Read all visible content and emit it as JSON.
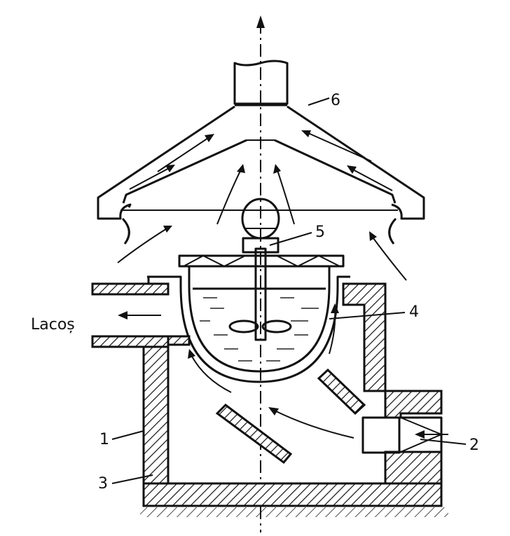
{
  "labels": {
    "outlet": "Lacoș",
    "l1": "1",
    "l2": "2",
    "l3": "3",
    "l4": "4",
    "l5": "5",
    "l6": "6"
  },
  "colors": {
    "ink": "#111111",
    "background": "#ffffff"
  }
}
